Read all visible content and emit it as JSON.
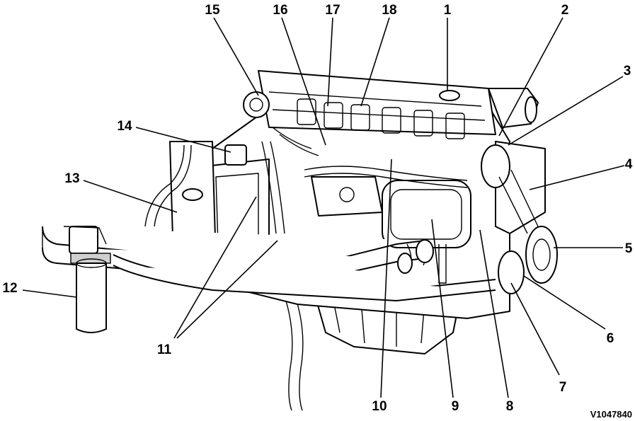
{
  "figure_id": "V1047840",
  "callouts": [
    {
      "label": "1"
    },
    {
      "label": "2"
    },
    {
      "label": "3"
    },
    {
      "label": "4"
    },
    {
      "label": "5"
    },
    {
      "label": "6"
    },
    {
      "label": "7"
    },
    {
      "label": "8"
    },
    {
      "label": "9"
    },
    {
      "label": "10"
    },
    {
      "label": "11"
    },
    {
      "label": "12"
    },
    {
      "label": "13"
    },
    {
      "label": "14"
    },
    {
      "label": "15"
    },
    {
      "label": "16"
    },
    {
      "label": "17"
    },
    {
      "label": "18"
    }
  ]
}
